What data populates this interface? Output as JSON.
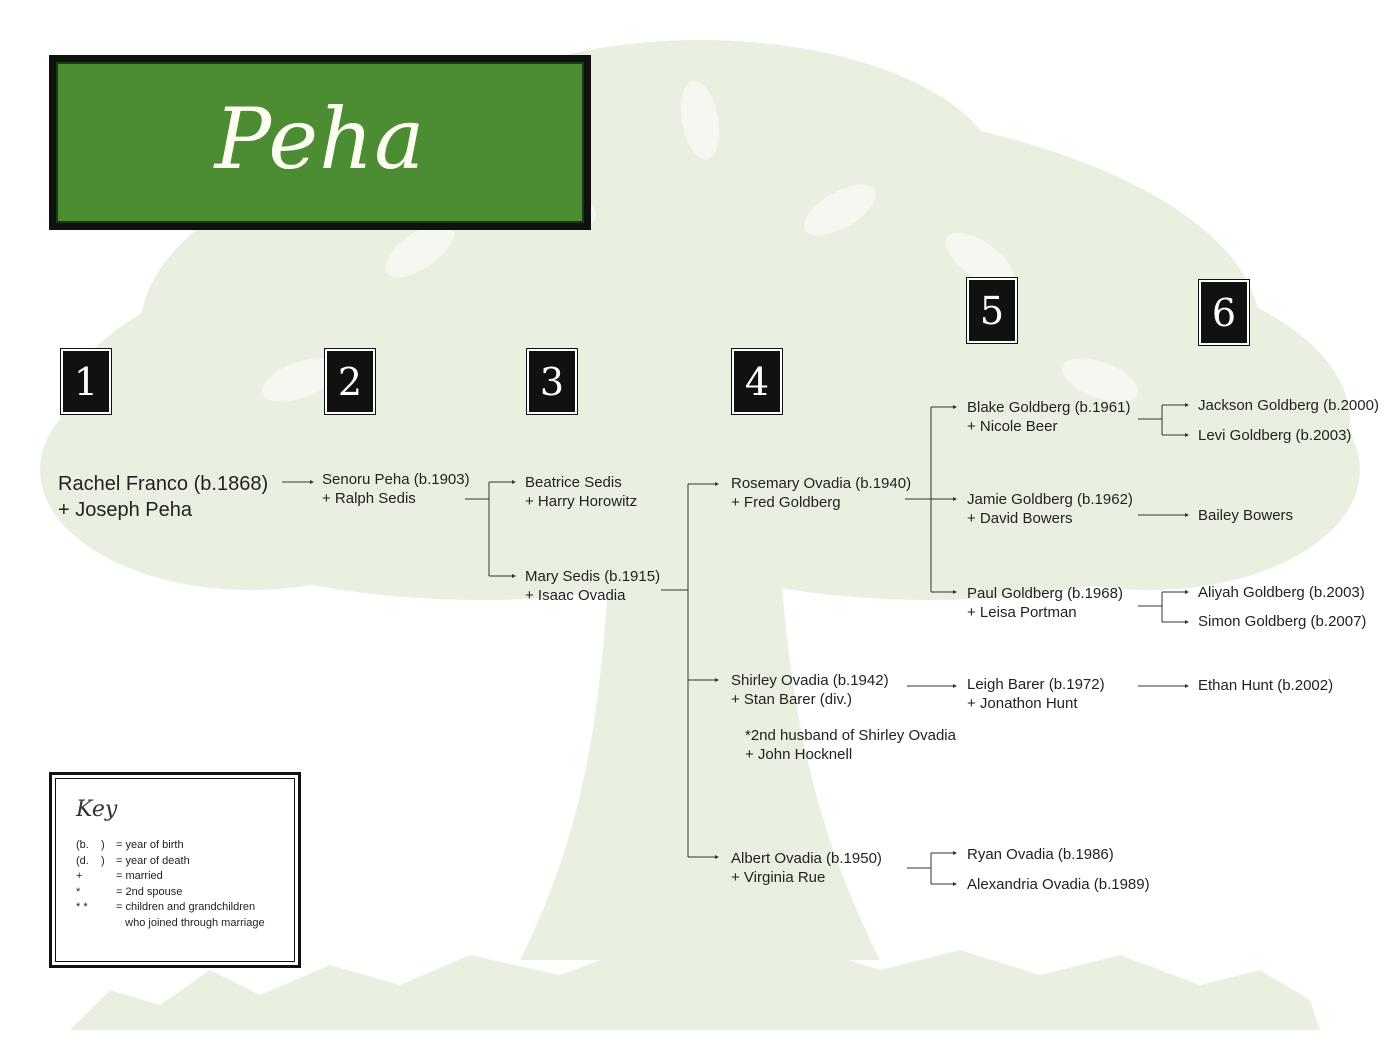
{
  "title": "Peha",
  "generations": [
    "1",
    "2",
    "3",
    "4",
    "5",
    "6"
  ],
  "people": {
    "g1": {
      "name": "Rachel Franco (b.1868)",
      "spouse": "+ Joseph Peha"
    },
    "g2": {
      "name": "Senoru Peha (b.1903)",
      "spouse": "+ Ralph Sedis"
    },
    "g3a": {
      "name": "Beatrice Sedis",
      "spouse": "+ Harry Horowitz"
    },
    "g3b": {
      "name": "Mary Sedis (b.1915)",
      "spouse": "+ Isaac Ovadia"
    },
    "g4a": {
      "name": "Rosemary Ovadia (b.1940)",
      "spouse": "+ Fred Goldberg"
    },
    "g4b": {
      "name": "Shirley Ovadia (b.1942)",
      "spouse": "+ Stan Barer (div.)"
    },
    "g4b_note": {
      "name": "*2nd husband of Shirley Ovadia",
      "spouse": "+ John Hocknell"
    },
    "g4c": {
      "name": "Albert Ovadia (b.1950)",
      "spouse": "+ Virginia Rue"
    },
    "g5a": {
      "name": "Blake Goldberg (b.1961)",
      "spouse": "+ Nicole Beer"
    },
    "g5b": {
      "name": "Jamie Goldberg (b.1962)",
      "spouse": "+ David Bowers"
    },
    "g5c": {
      "name": "Paul Goldberg (b.1968)",
      "spouse": "+ Leisa Portman"
    },
    "g5d": {
      "name": "Leigh Barer (b.1972)",
      "spouse": "+ Jonathon Hunt"
    },
    "g5e": {
      "name": "Ryan Ovadia (b.1986)"
    },
    "g5f": {
      "name": "Alexandria Ovadia (b.1989)"
    },
    "g6a": {
      "name": "Jackson Goldberg (b.2000)"
    },
    "g6b": {
      "name": "Levi Goldberg (b.2003)"
    },
    "g6c": {
      "name": "Bailey Bowers"
    },
    "g6d": {
      "name": "Aliyah Goldberg (b.2003)"
    },
    "g6e": {
      "name": "Simon Goldberg (b.2007)"
    },
    "g6f": {
      "name": "Ethan Hunt (b.2002)"
    }
  },
  "key": {
    "title": "Key",
    "items": [
      {
        "symbol": "(b.    )",
        "meaning": "= year of birth"
      },
      {
        "symbol": "(d.    )",
        "meaning": "= year of death"
      },
      {
        "symbol": "+",
        "meaning": "= married"
      },
      {
        "symbol": "*",
        "meaning": "= 2nd spouse"
      },
      {
        "symbol": "* *",
        "meaning": "= children and grandchildren\n   who joined through marriage"
      }
    ]
  },
  "colors": {
    "banner_green": "#4c8d33",
    "tree_tint": "#e7efe0",
    "box_black": "#111111"
  }
}
